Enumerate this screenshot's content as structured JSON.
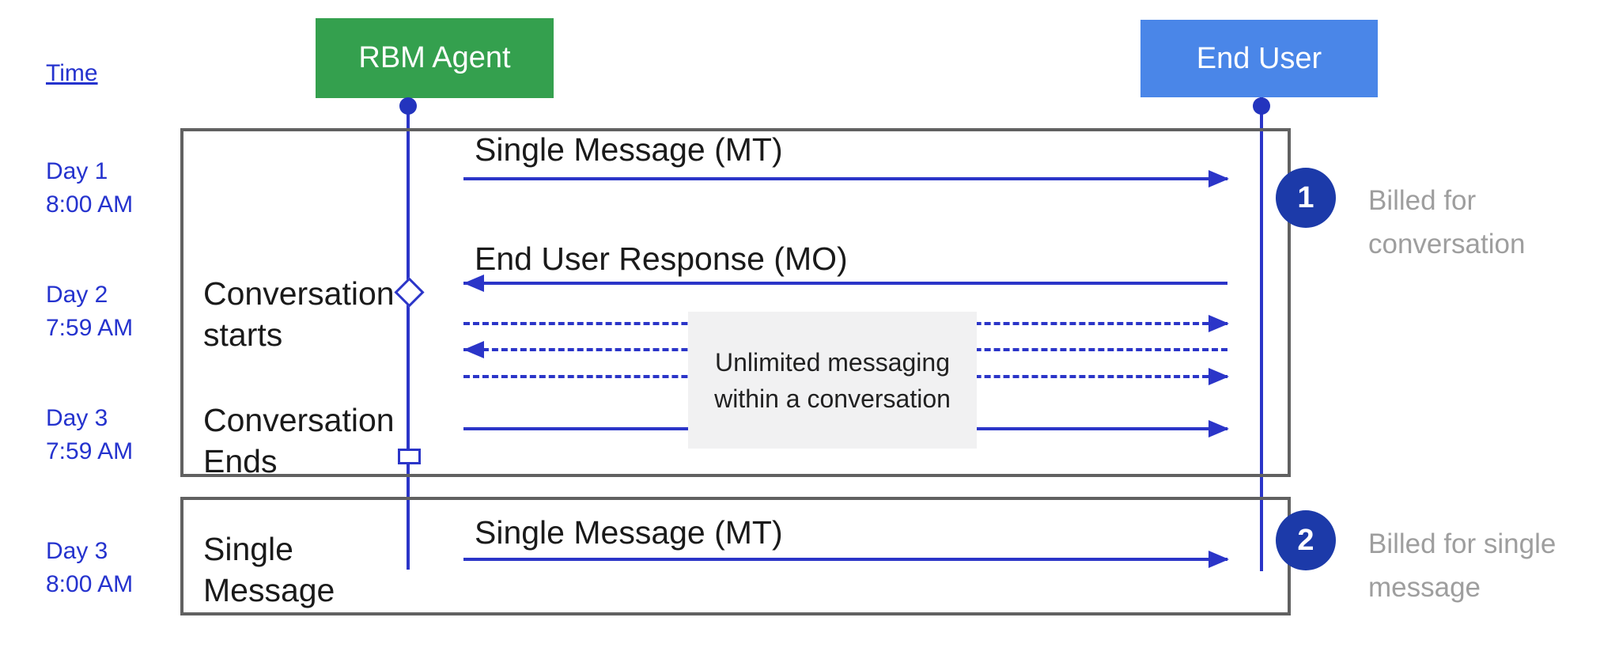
{
  "diagram": {
    "time_axis_label": "Time",
    "actors": {
      "agent": {
        "label": "RBM Agent",
        "color": "#34A04E"
      },
      "user": {
        "label": "End User",
        "color": "#4A86E8"
      }
    },
    "time_labels": [
      {
        "line1": "Day 1",
        "line2": "8:00 AM"
      },
      {
        "line1": "Day 2",
        "line2": "7:59 AM"
      },
      {
        "line1": "Day 3",
        "line2": "7:59 AM"
      },
      {
        "line1": "Day 3",
        "line2": "8:00 AM"
      }
    ],
    "messages": {
      "mt1": {
        "label": "Single Message (MT)",
        "direction": "right",
        "style": "solid"
      },
      "mo": {
        "label": "End User Response (MO)",
        "direction": "left",
        "style": "solid"
      },
      "dashed1": {
        "label": "",
        "direction": "right",
        "style": "dashed"
      },
      "dashed2": {
        "label": "",
        "direction": "left",
        "style": "dashed"
      },
      "dashed3": {
        "label": "",
        "direction": "right",
        "style": "dashed"
      },
      "final_conversation_message": {
        "label": "",
        "direction": "right",
        "style": "solid"
      },
      "mt2": {
        "label": "Single Message (MT)",
        "direction": "right",
        "style": "solid"
      }
    },
    "lifeline_annotations": {
      "conversation_starts": {
        "line1": "Conversation",
        "line2": "starts",
        "marker": "diamond"
      },
      "conversation_ends": {
        "line1": "Conversation",
        "line2": "Ends",
        "marker": "square"
      },
      "single_message": {
        "line1": "Single",
        "line2": "Message"
      }
    },
    "note": {
      "line1": "Unlimited messaging",
      "line2": "within a conversation"
    },
    "billing_notes": [
      {
        "number": "1",
        "line1": "Billed for",
        "line2": "conversation"
      },
      {
        "number": "2",
        "line1": "Billed for single",
        "line2": "message"
      }
    ],
    "colors": {
      "agent_green": "#34A04E",
      "user_blue": "#4A86E8",
      "line_blue": "#2B35C8",
      "time_text_blue": "#2533CE",
      "badge_navy": "#1C3AA9",
      "billing_gray": "#9E9E9E",
      "frame_gray": "#616161",
      "note_bg": "#F1F1F2"
    }
  }
}
